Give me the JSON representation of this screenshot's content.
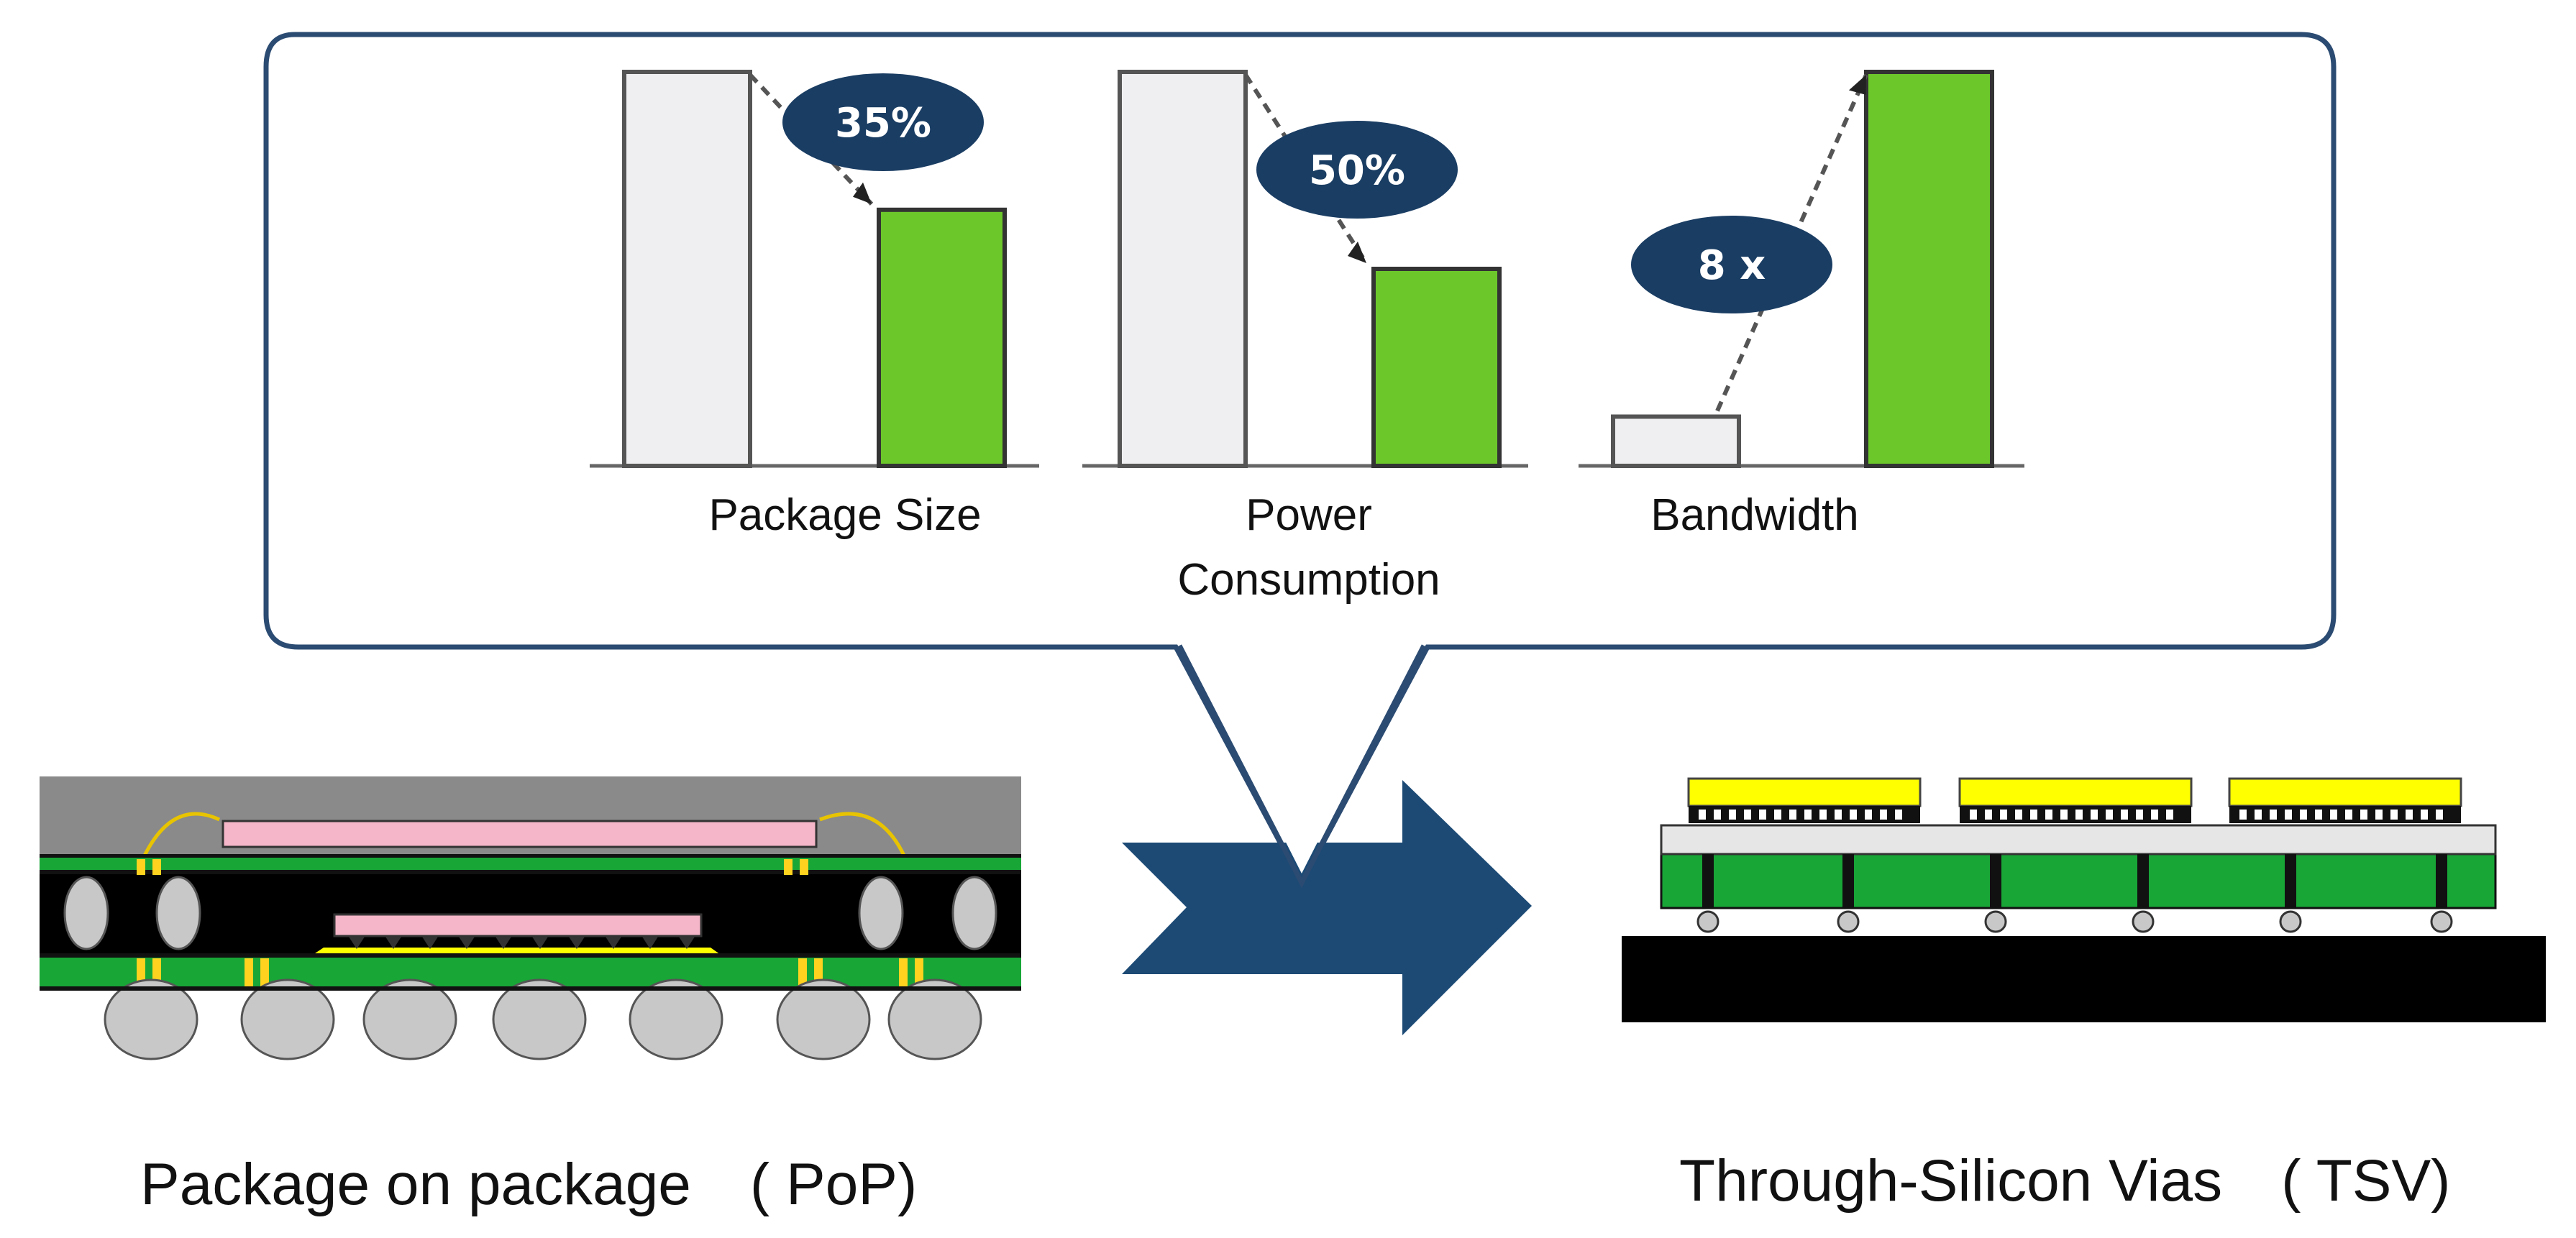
{
  "comparison": {
    "metrics": [
      {
        "label_line1": "Package Size",
        "label_line2": "",
        "change": "35%",
        "before": 100,
        "after": 65
      },
      {
        "label_line1": "Power",
        "label_line2": "Consumption",
        "change": "50%",
        "before": 100,
        "after": 50
      },
      {
        "label_line1": "Bandwidth",
        "label_line2": "",
        "change": "8 x",
        "before": 12.5,
        "after": 100
      }
    ]
  },
  "captions": {
    "pop": "Package on package　( PoP)",
    "tsv": "Through-Silicon Vias　( TSV)"
  },
  "colors": {
    "bubble": "#1a3d63",
    "green_bar": "#6cc72b",
    "arrow": "#1c4a75",
    "pcb_green": "#18a637",
    "die_yellow": "#ffff00",
    "die_pink": "#f4b6c8",
    "mold_gray": "#8a8a8a"
  },
  "icons": {
    "transition": "big-right-arrow-icon"
  }
}
